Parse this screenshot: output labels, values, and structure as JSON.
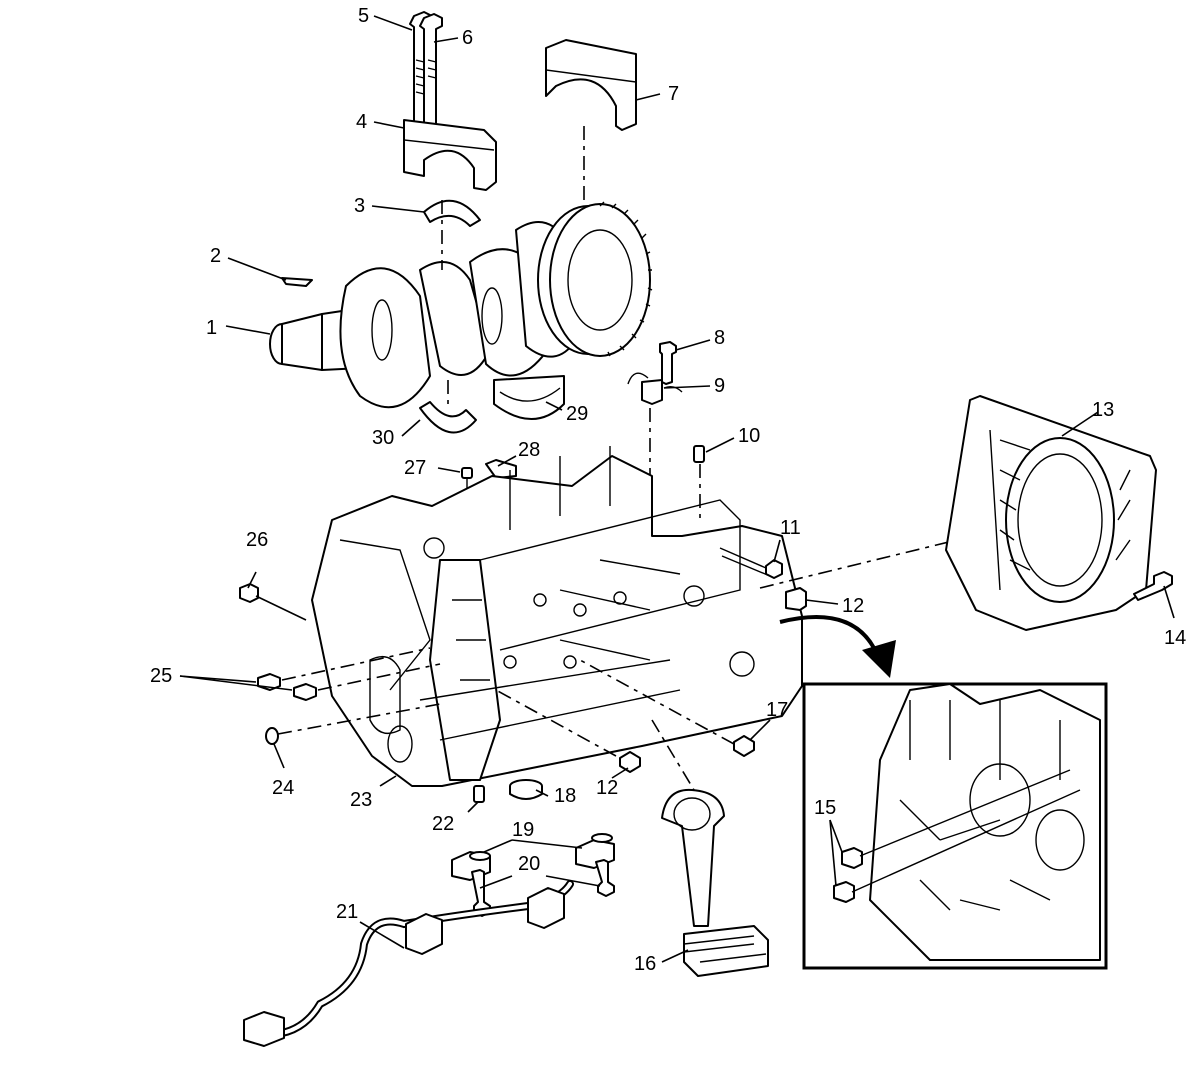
{
  "callouts": {
    "c1": "1",
    "c2": "2",
    "c3": "3",
    "c4": "4",
    "c5": "5",
    "c6": "6",
    "c7": "7",
    "c8": "8",
    "c9": "9",
    "c10": "10",
    "c11": "11",
    "c12a": "12",
    "c12b": "12",
    "c13": "13",
    "c14": "14",
    "c15": "15",
    "c16": "16",
    "c17": "17",
    "c18": "18",
    "c19": "19",
    "c20": "20",
    "c21": "21",
    "c22": "22",
    "c23": "23",
    "c24": "24",
    "c25": "25",
    "c26": "26",
    "c27": "27",
    "c28": "28",
    "c29": "29",
    "c30": "30"
  }
}
